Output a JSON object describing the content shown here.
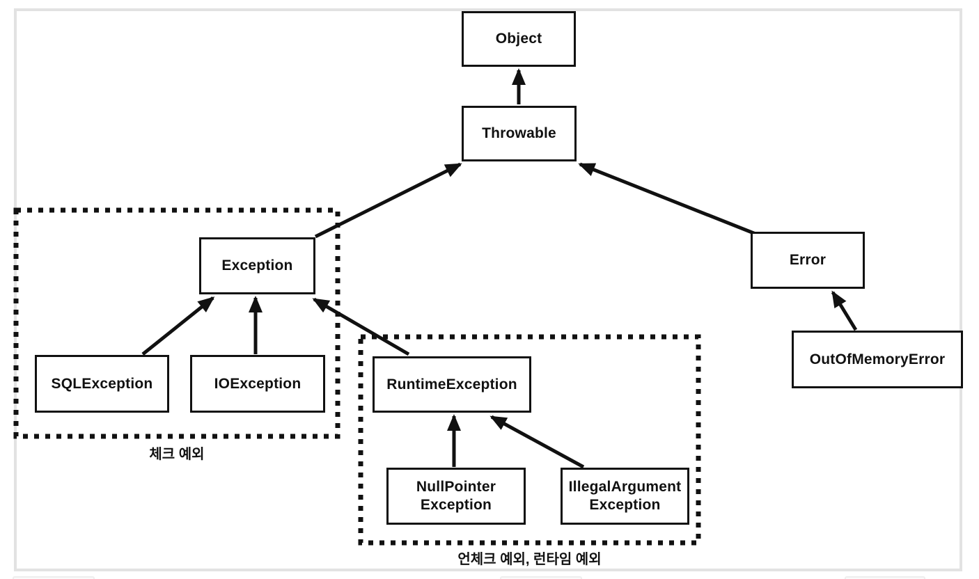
{
  "diagram": {
    "kind": "class-hierarchy",
    "language_note": "Java exception hierarchy diagram with Korean group captions",
    "colors": {
      "box_border": "#111111",
      "arrow": "#111111",
      "frame_border": "#e2e2e2",
      "background": "#ffffff"
    },
    "nodes": {
      "object": {
        "label": "Object"
      },
      "throwable": {
        "label": "Throwable"
      },
      "exception": {
        "label": "Exception"
      },
      "sqlexception": {
        "label": "SQLException"
      },
      "ioexception": {
        "label": "IOException"
      },
      "runtimeexception": {
        "label": "RuntimeException"
      },
      "nullpointerexception": {
        "label_line1": "NullPointer",
        "label_line2": "Exception"
      },
      "illegalargumentexception": {
        "label_line1": "IllegalArgument",
        "label_line2": "Exception"
      },
      "error": {
        "label": "Error"
      },
      "outofmemoryerror": {
        "label": "OutOfMemoryError"
      }
    },
    "groups": {
      "checked": {
        "caption": "체크 예외"
      },
      "unchecked": {
        "caption": "언체크 예외, 런타임 예외"
      }
    },
    "edges": [
      {
        "from": "Throwable",
        "to": "Object"
      },
      {
        "from": "Exception",
        "to": "Throwable"
      },
      {
        "from": "Error",
        "to": "Throwable"
      },
      {
        "from": "SQLException",
        "to": "Exception"
      },
      {
        "from": "IOException",
        "to": "Exception"
      },
      {
        "from": "RuntimeException",
        "to": "Exception"
      },
      {
        "from": "NullPointerException",
        "to": "RuntimeException"
      },
      {
        "from": "IllegalArgumentException",
        "to": "RuntimeException"
      },
      {
        "from": "OutOfMemoryError",
        "to": "Error"
      }
    ]
  }
}
